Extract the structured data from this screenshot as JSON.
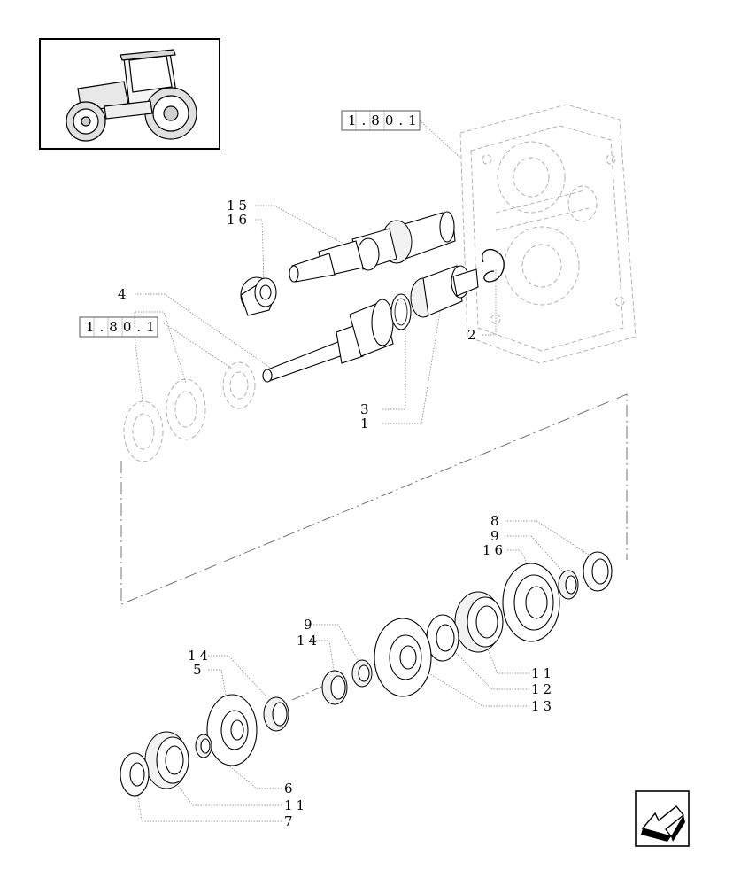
{
  "thumbnail": {
    "icon": "tractor-icon"
  },
  "references": [
    {
      "id": "ref-top",
      "text": "1.80.1"
    },
    {
      "id": "ref-left",
      "text": "1.80.1"
    }
  ],
  "labels": {
    "p15": "15",
    "p16a": "16",
    "p4": "4",
    "p2": "2",
    "p3": "3",
    "p1": "1",
    "p8": "8",
    "p9a": "9",
    "p16b": "16",
    "p9b": "9",
    "p14a": "14",
    "p11a": "11",
    "p12": "12",
    "p13": "13",
    "p14b": "14",
    "p5": "5",
    "p6": "6",
    "p11b": "11",
    "p7": "7"
  },
  "nav": {
    "icon": "arrow-back-icon"
  }
}
